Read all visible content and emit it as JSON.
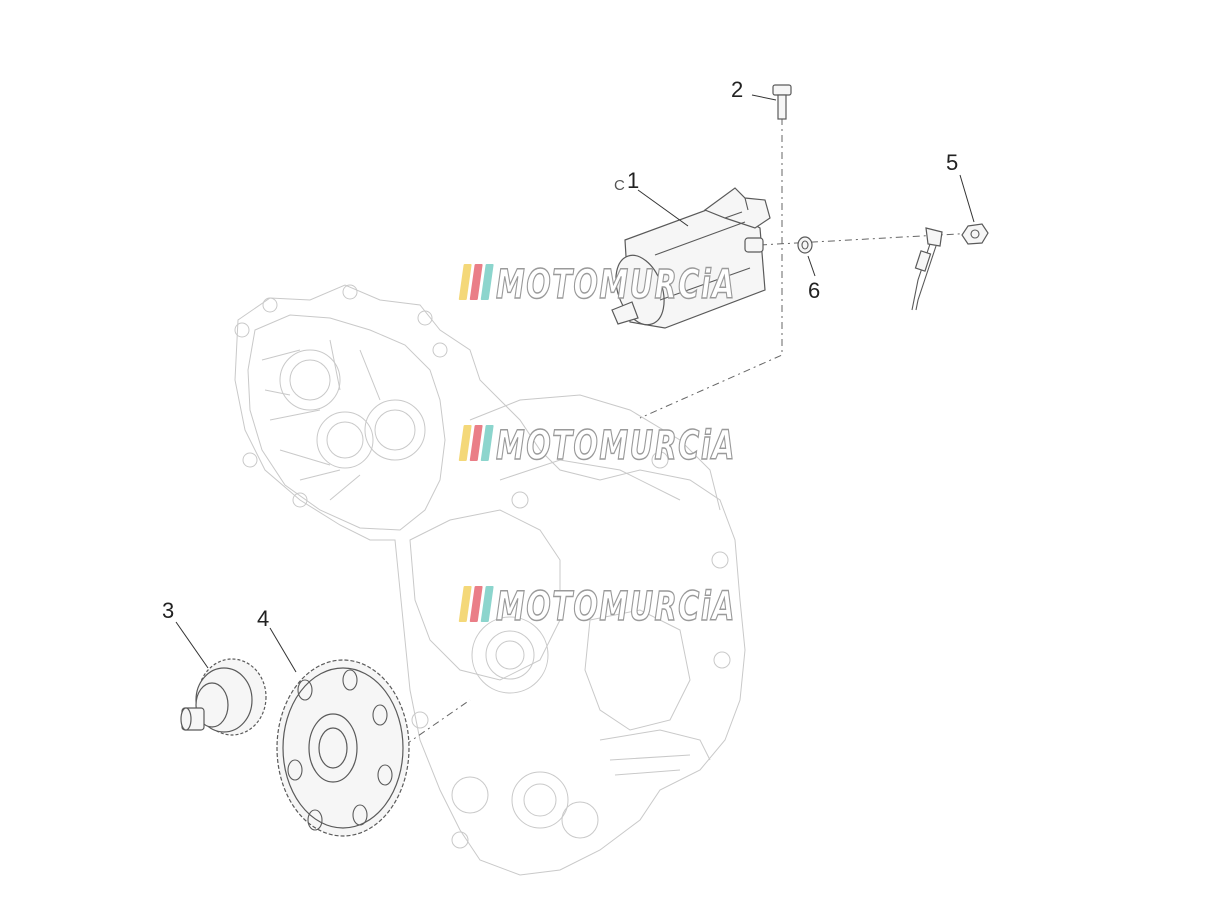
{
  "diagram": {
    "callouts": [
      {
        "id": "1",
        "label": "1"
      },
      {
        "id": "2",
        "label": "2"
      },
      {
        "id": "3",
        "label": "3"
      },
      {
        "id": "4",
        "label": "4"
      },
      {
        "id": "5",
        "label": "5"
      },
      {
        "id": "6",
        "label": "6"
      }
    ],
    "marker_label": "C",
    "watermark": {
      "text": "MOTOMURCiA",
      "stripe_colors": [
        "#f3d46a",
        "#e8707a",
        "#7fd0c8"
      ],
      "count": 3
    }
  }
}
